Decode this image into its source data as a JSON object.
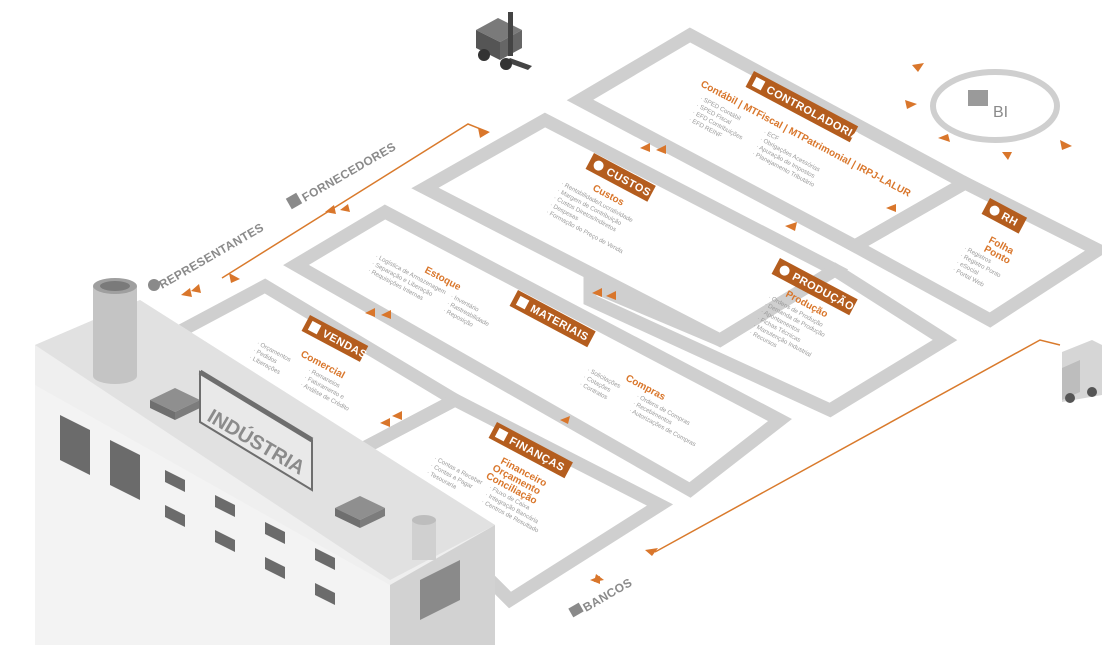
{
  "colors": {
    "accent": "#d9762b",
    "label_bg": "#b45d1e",
    "wall": "#cfcfcf",
    "text": "#9a9a9a"
  },
  "external": {
    "representantes": "REPRESENTANTES",
    "fornecedores": "FORNECEDORES",
    "bancos": "BANCOS",
    "bi": "BI"
  },
  "building": {
    "sign": "INDÚSTRIA"
  },
  "modules": {
    "controladoria": {
      "label": "CONTROLADORIA",
      "icon": "calculator-icon",
      "title": "Contábil | MTFiscal | MTPatrimonial | IRPJ-LALUR",
      "items": [
        "· SPED Contábil",
        "· SPED Fiscal",
        "· EFD Contribuições",
        "· EFD REINF",
        "· ECF",
        "· Obrigações Acessórias",
        "· Apuração de Impostos",
        "· Planejamento Tributário"
      ]
    },
    "custos": {
      "label": "CUSTOS",
      "icon": "coins-icon",
      "title": "Custos",
      "items": [
        "· Rentabilidade/Lucratividade",
        "· Margem de Contribuição",
        "· Custos Diretos/Indiretos",
        "· Despesas",
        "· Formação do Preço de Venda"
      ]
    },
    "rh": {
      "label": "RH",
      "icon": "people-icon",
      "title": "Folha",
      "title2": "Ponto",
      "items": [
        "· Registros",
        "· Registro Ponto",
        "· eSocial",
        "· Portal Web"
      ]
    },
    "producao": {
      "label": "PRODUÇÃO",
      "icon": "gears-icon",
      "title": "Produção",
      "items": [
        "· Ordens de Produção",
        "· Demanda de Produção",
        "· Apontamentos",
        "· Fichas Técnicas",
        "· Manutenção Industrial",
        "· Recursos"
      ]
    },
    "materiais": {
      "label": "MATERIAIS",
      "icon": "pallet-icon",
      "estoque_title": "Estoque",
      "estoque_items": [
        "· Logística de Armazenagem",
        "· Separação e Liberação",
        "· Requisições Internas",
        "· Inventário",
        "· Rastreabilidade",
        "· Reposição"
      ],
      "compras_title": "Compras",
      "compras_items": [
        "· Solicitações",
        "· Cotações",
        "· Contratos",
        "· Ordens de Compras",
        "· Recebimentos",
        "· Autorizações de Compras"
      ]
    },
    "vendas": {
      "label": "VENDAS",
      "icon": "cart-icon",
      "title": "Comercial",
      "items": [
        "· Orçamentos",
        "· Pedidos",
        "· Liberações",
        "· Romaneios",
        "· Faturamento e",
        "· Análise de Crédito"
      ]
    },
    "financas": {
      "label": "FINANÇAS",
      "icon": "money-icon",
      "title": "Financeiro",
      "title2": "Orçamento",
      "title3": "Conciliação",
      "items": [
        "· Contas a Receber",
        "· Contas a Pagar",
        "· Tesouraria",
        "· Fluxo de Caixa",
        "· Integração Bancária",
        "· Centros de Resultado"
      ]
    }
  }
}
